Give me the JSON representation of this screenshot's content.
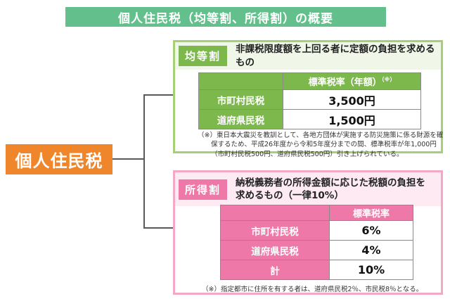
{
  "title": "個人住民税（均等割、所得割）の概要",
  "root": {
    "label": "個人住民税"
  },
  "colors": {
    "title_bar_green": "#63c08c",
    "kintowari_green": "#7cb84c",
    "kintowari_border": "#a6d077",
    "kintowari_header_bg": "#f0f7e8",
    "shotokuwari_pink": "#ee79a8",
    "shotokuwari_border": "#f3a9c6",
    "shotokuwari_header_bg": "#fdeaf3",
    "root_orange": "#f0862c",
    "connector_gray": "#595959"
  },
  "kintowari": {
    "label": "均等割",
    "description": "非課税限度額を上回る者に定額の負担を求めるもの",
    "table": {
      "header": "標準税率（年額）",
      "header_note": "（※）",
      "rows": [
        {
          "name": "市町村民税",
          "value": "3,500円"
        },
        {
          "name": "道府県民税",
          "value": "1,500円"
        }
      ]
    },
    "footnote": "（※）東日本大震災を教訓として、各地方団体が実施する防災施策に係る財源を確保するため、平成26年度から令和5年度分までの間、標準税率が年1,000円（市町村民税500円、道府県民税500円）引き上げられている。"
  },
  "shotokuwari": {
    "label": "所得割",
    "description_line1": "納税義務者の所得金額に応じた税額の負担を",
    "description_line2": "求めるもの（一律10%）",
    "table": {
      "header": "標準税率",
      "rows": [
        {
          "name": "市町村民税",
          "value": "6%"
        },
        {
          "name": "道府県民税",
          "value": "4%"
        },
        {
          "name": "計",
          "value": "10%"
        }
      ]
    },
    "footnote": "（※）指定都市に住所を有する者は、道府県民税2％、市民税8％となる。"
  }
}
